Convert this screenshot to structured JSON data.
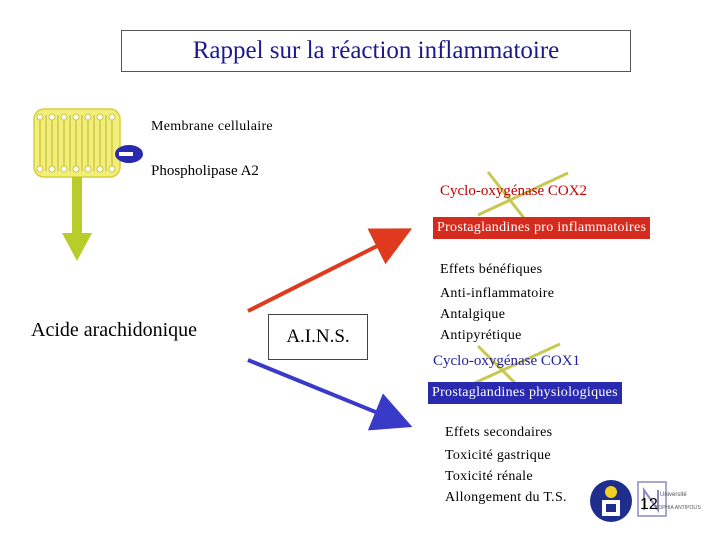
{
  "title": "Rappel sur la réaction inflammatoire",
  "membrane_label": "Membrane cellulaire",
  "phospholipase_label": "Phospholipase A2",
  "acide_label": "Acide arachidonique",
  "ains_label": "A.I.N.S.",
  "cox2": {
    "label": "Cyclo-oxygénase COX2",
    "product": "Prostaglandines pro inflammatoires",
    "effects_title": "Effets bénéfiques",
    "effects": [
      "Anti-inflammatoire",
      "Antalgique",
      "Antipyrétique"
    ]
  },
  "cox1": {
    "label": "Cyclo-oxygénase COX1",
    "product": "Prostaglandines physiologiques",
    "effects_title": "Effets secondaires",
    "effects": [
      "Toxicité gastrique",
      "Toxicité rénale",
      "Allongement du T.S."
    ]
  },
  "page_number": "12",
  "logo_text": [
    "Université",
    "SOPHIA ANTIPOLIS"
  ],
  "colors": {
    "title": "#1a1a8c",
    "red_box": "#d52b1e",
    "blue_box": "#2a2ab0",
    "arrow_red": "#e03a1e",
    "arrow_blue": "#3a3ac8",
    "cross": "#c8c850",
    "membrane": "#f2ee7a",
    "green_arrow": "#b8cc2a"
  },
  "icons": [
    "membrane-illustration",
    "enzyme-icon",
    "down-arrow-icon",
    "university-logo"
  ]
}
